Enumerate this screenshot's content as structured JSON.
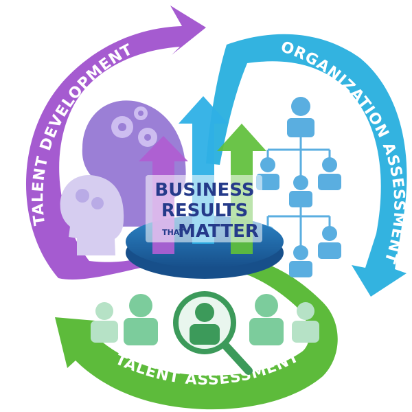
{
  "segments": [
    {
      "id": "talent-development",
      "label": "TALENT DEVELOPMENT",
      "color": "#a55bd0"
    },
    {
      "id": "organization-assessment",
      "label": "ORGANIZATION ASSESSMENT",
      "color": "#33b3e0"
    },
    {
      "id": "talent-assessment",
      "label": "TALENT ASSESSMENT",
      "color": "#5dbb3b"
    }
  ],
  "center": {
    "line1": "BUSINESS",
    "line2": "RESULTS",
    "small": "THAT",
    "line3": "MATTER",
    "colors": {
      "platform": "#1f6fb0",
      "text": "#253a8a"
    }
  }
}
